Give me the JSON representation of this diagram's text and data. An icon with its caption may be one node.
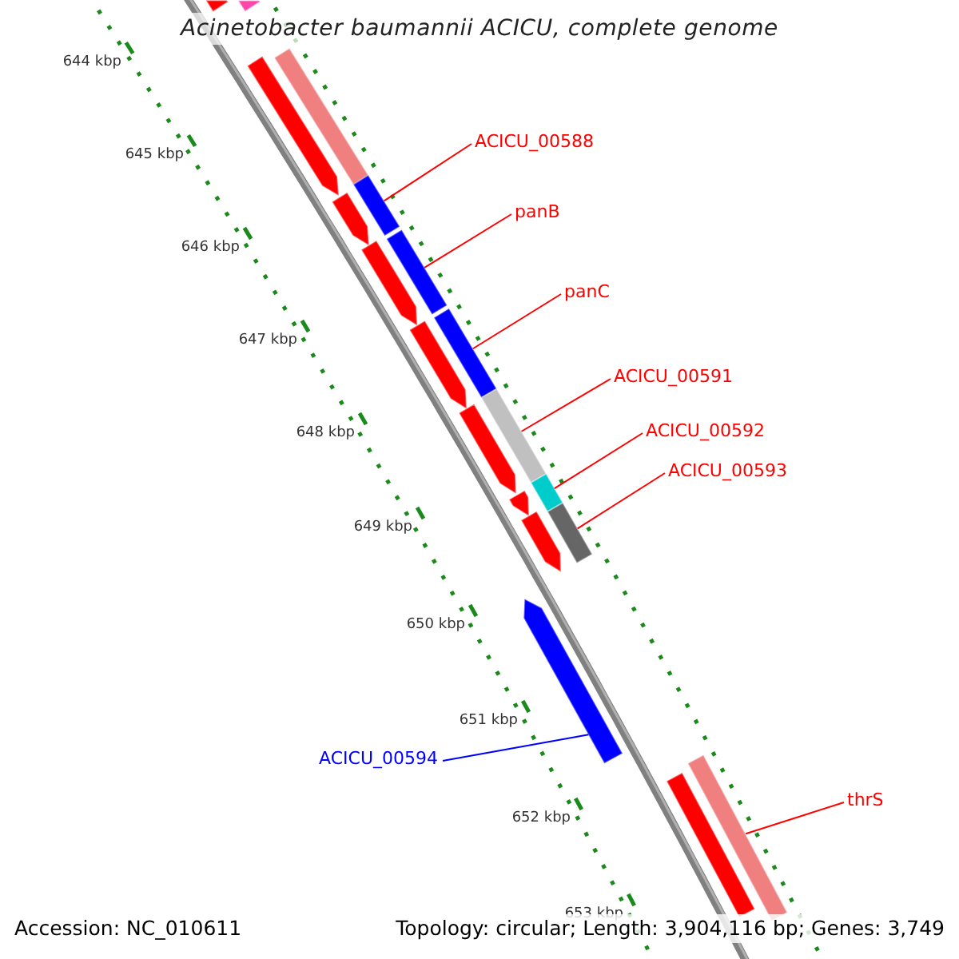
{
  "diagram": {
    "title": "Acinetobacter baumannii ACICU, complete genome",
    "nodes": [
      {
        "text": [
          "ACICU_00588"
        ]
      },
      {
        "text": [
          "panB"
        ]
      },
      {
        "text": [
          "panC"
        ]
      },
      {
        "text": [
          "ACICU_00591"
        ]
      },
      {
        "text": [
          "ACICU_00592"
        ]
      },
      {
        "text": [
          "ACICU_00593"
        ]
      },
      {
        "text": [
          "ACICU_00594"
        ]
      },
      {
        "text": [
          "thrS"
        ]
      },
      {
        "text": [],
        "shape": "bar"
      },
      {
        "text": [],
        "shape": "bar"
      },
      {
        "text": [],
        "shape": "bar"
      },
      {
        "text": [],
        "shape": "bar"
      },
      {
        "text": [],
        "shape": "bar"
      },
      {
        "text": [],
        "shape": "bar"
      },
      {
        "text": [],
        "shape": "arrow"
      },
      {
        "text": [],
        "shape": "bar"
      },
      {
        "text": [],
        "shape": "bar"
      },
      {
        "text": [],
        "shape": "arrow"
      },
      {
        "text": [],
        "shape": "arrow"
      },
      {
        "text": [],
        "shape": "arrow"
      },
      {
        "text": [],
        "shape": "arrow"
      },
      {
        "text": [],
        "shape": "arrow"
      },
      {
        "text": [],
        "shape": "arrow"
      },
      {
        "text": [],
        "shape": "arrow"
      },
      {
        "text": [],
        "shape": "bar"
      },
      {
        "text": [],
        "shape": "bar"
      },
      {
        "text": [],
        "shape": "bar"
      }
    ],
    "edges": [
      {
        "from": 0,
        "to": 8,
        "arrow": "none"
      },
      {
        "from": 1,
        "to": 9,
        "arrow": "none"
      },
      {
        "from": 2,
        "to": 10,
        "arrow": "none"
      },
      {
        "from": 3,
        "to": 11,
        "arrow": "none"
      },
      {
        "from": 4,
        "to": 12,
        "arrow": "none"
      },
      {
        "from": 5,
        "to": 13,
        "arrow": "none"
      },
      {
        "from": 6,
        "to": 14,
        "arrow": "none",
        "color": "#0000ff"
      },
      {
        "from": 7,
        "to": 15,
        "arrow": "none"
      }
    ],
    "labels": [
      "644 kbp",
      "645 kbp",
      "646 kbp",
      "647 kbp",
      "648 kbp",
      "649 kbp",
      "650 kbp",
      "651 kbp",
      "652 kbp",
      "653 kbp",
      "Accession: NC_010611",
      "Topology: circular; Length: 3,904,116 bp; Genes: 3,749"
    ]
  }
}
